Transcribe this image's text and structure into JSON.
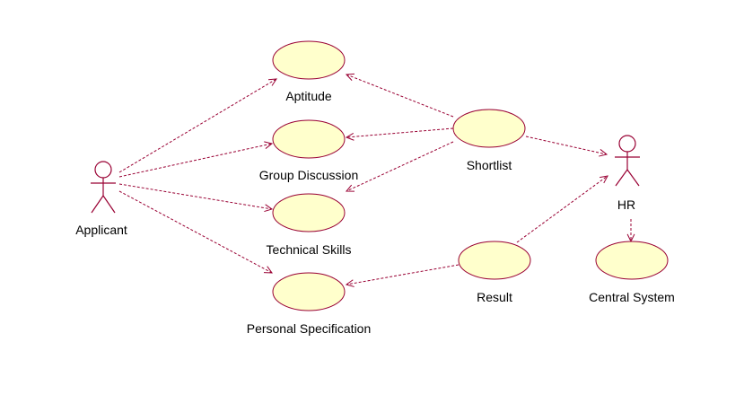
{
  "diagram": {
    "actors": [
      {
        "id": "applicant",
        "label": "Applicant"
      },
      {
        "id": "hr",
        "label": "HR"
      }
    ],
    "use_cases": [
      {
        "id": "aptitude",
        "label": "Aptitude"
      },
      {
        "id": "group_discussion",
        "label": "Group Discussion"
      },
      {
        "id": "technical_skills",
        "label": "Technical Skills"
      },
      {
        "id": "personal_specification",
        "label": "Personal Specification"
      },
      {
        "id": "shortlist",
        "label": "Shortlist"
      },
      {
        "id": "result",
        "label": "Result"
      },
      {
        "id": "central_system",
        "label": "Central System"
      }
    ],
    "relations": [
      {
        "from": "applicant",
        "to": "aptitude"
      },
      {
        "from": "applicant",
        "to": "group_discussion"
      },
      {
        "from": "applicant",
        "to": "technical_skills"
      },
      {
        "from": "applicant",
        "to": "personal_specification"
      },
      {
        "from": "shortlist",
        "to": "aptitude"
      },
      {
        "from": "shortlist",
        "to": "group_discussion"
      },
      {
        "from": "shortlist",
        "to": "technical_skills"
      },
      {
        "from": "shortlist",
        "to": "hr"
      },
      {
        "from": "result",
        "to": "hr"
      },
      {
        "from": "result",
        "to": "personal_specification"
      },
      {
        "from": "hr",
        "to": "central_system"
      }
    ],
    "colors": {
      "line": "#990033",
      "fill": "#ffffcc"
    }
  }
}
